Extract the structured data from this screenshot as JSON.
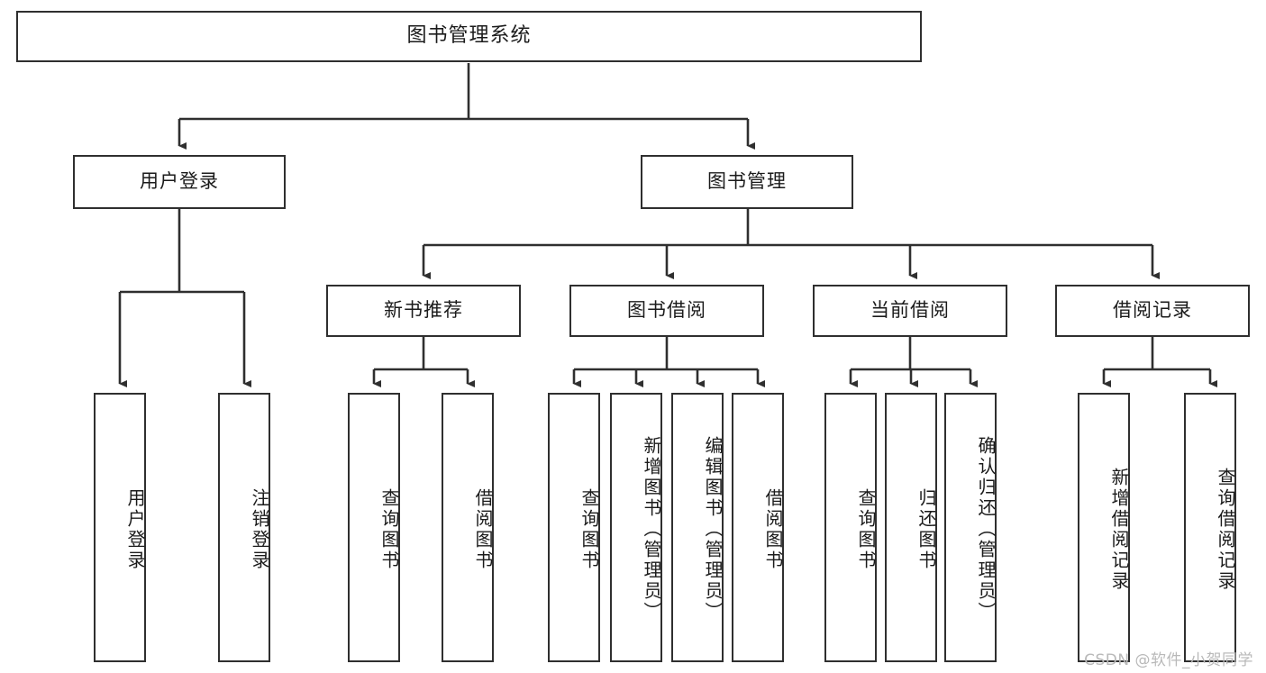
{
  "diagram": {
    "title": "图书管理系统",
    "type": "tree-hierarchy",
    "watermark": "CSDN @软件_小贺同学",
    "colors": {
      "stroke": "#2f2f2f",
      "fill": "#ffffff",
      "text": "#1b1b1b",
      "watermark": "#b9b9b9"
    }
  },
  "nodes": {
    "root": {
      "label": "图书管理系统"
    },
    "level2": [
      {
        "id": "user-login",
        "label": "用户登录"
      },
      {
        "id": "book-manage",
        "label": "图书管理"
      }
    ],
    "level3": [
      {
        "id": "new-book-recommend",
        "label": "新书推荐"
      },
      {
        "id": "book-borrow",
        "label": "图书借阅"
      },
      {
        "id": "current-borrow",
        "label": "当前借阅"
      },
      {
        "id": "borrow-record",
        "label": "借阅记录"
      }
    ],
    "leaves": {
      "user_login": [
        {
          "id": "leaf-user-login",
          "label": "用户登录"
        },
        {
          "id": "leaf-logout-login",
          "label": "注销登录"
        }
      ],
      "new_book_recommend": [
        {
          "id": "leaf-query-book-1",
          "label": "查询图书"
        },
        {
          "id": "leaf-borrow-book-1",
          "label": "借阅图书"
        }
      ],
      "book_borrow": [
        {
          "id": "leaf-query-book-2",
          "label": "查询图书"
        },
        {
          "id": "leaf-add-book",
          "label": "新增图书（管理员）"
        },
        {
          "id": "leaf-edit-book",
          "label": "编辑图书（管理员）"
        },
        {
          "id": "leaf-borrow-book-2",
          "label": "借阅图书"
        }
      ],
      "current_borrow": [
        {
          "id": "leaf-query-book-3",
          "label": "查询图书"
        },
        {
          "id": "leaf-return-book",
          "label": "归还图书"
        },
        {
          "id": "leaf-confirm-return",
          "label": "确认归还（管理员）"
        }
      ],
      "borrow_record": [
        {
          "id": "leaf-add-record",
          "label": "新增借阅记录"
        },
        {
          "id": "leaf-query-record",
          "label": "查询借阅记录"
        }
      ]
    }
  }
}
